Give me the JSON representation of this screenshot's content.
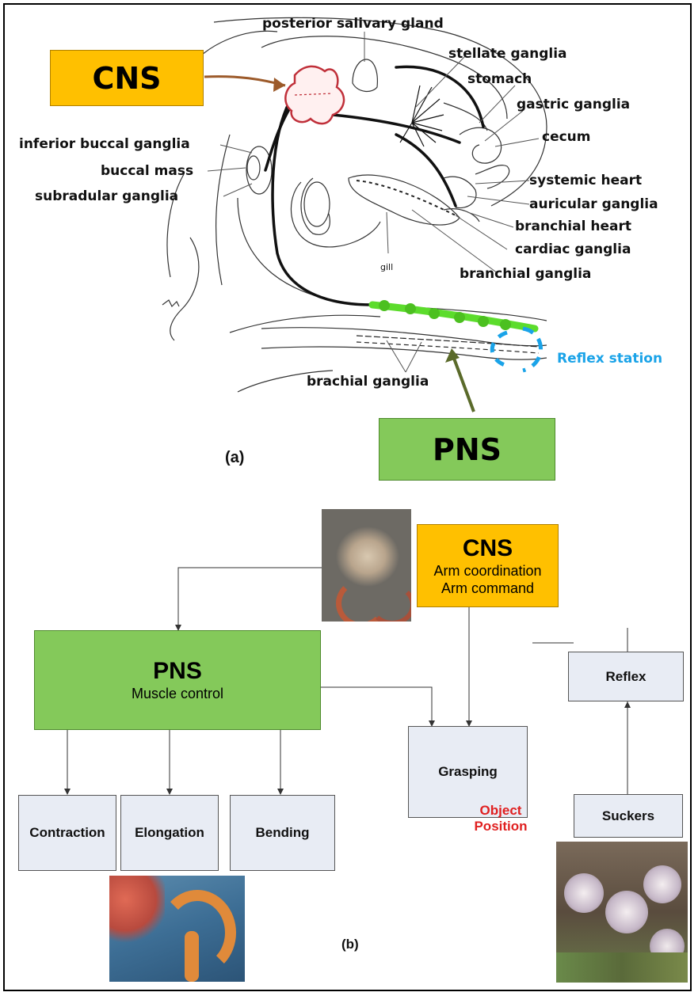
{
  "panel_a": {
    "labels": {
      "posterior_salivary_gland": "posterior salivary gland",
      "stellate_ganglia": "stellate ganglia",
      "stomach": "stomach",
      "gastric_ganglia": "gastric ganglia",
      "cecum": "cecum",
      "inferior_buccal_ganglia": "inferior buccal ganglia",
      "buccal_mass": "buccal mass",
      "subradular_ganglia": "subradular ganglia",
      "systemic_heart": "systemic heart",
      "auricular_ganglia": "auricular ganglia",
      "branchial_heart": "branchial heart",
      "cardiac_ganglia": "cardiac ganglia",
      "branchial_ganglia": "branchial ganglia",
      "brachial_ganglia": "brachial ganglia",
      "gill": "gill",
      "reflex_station": "Reflex station"
    },
    "cns_box": "CNS",
    "pns_box": "PNS",
    "caption": "(a)",
    "colors": {
      "cns": "#ffc000",
      "pns": "#84c95a",
      "reflex": "#1aa3e8",
      "cns_outline": "#c0303a",
      "arrow": "#9c5a2a"
    }
  },
  "panel_b": {
    "cns": {
      "title": "CNS",
      "line1": "Arm coordination",
      "line2": "Arm command"
    },
    "pns": {
      "title": "PNS",
      "subtitle": "Muscle control"
    },
    "boxes": {
      "reflex": "Reflex",
      "grasping": "Grasping",
      "contraction": "Contraction",
      "elongation": "Elongation",
      "bending": "Bending",
      "suckers": "Suckers"
    },
    "object_position": {
      "line1": "Object",
      "line2": "Position",
      "color": "#e02020"
    },
    "caption": "(b)"
  }
}
